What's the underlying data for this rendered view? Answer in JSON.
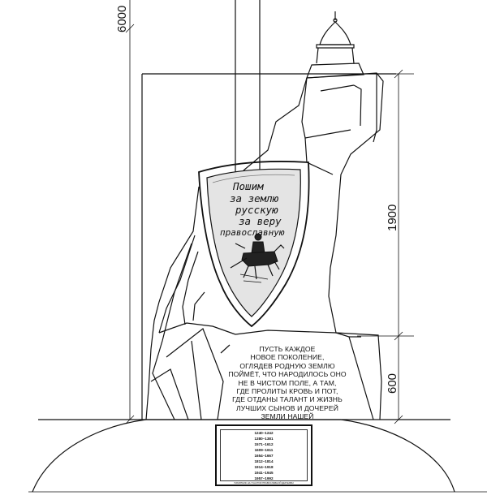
{
  "dimensions": {
    "total_height": "6000",
    "upper_height": "1900",
    "base_height": "600"
  },
  "shield": {
    "lines": [
      "Пошим",
      "за землю",
      "русскую",
      "за веру",
      "православную"
    ]
  },
  "inscription": {
    "lines": [
      "ПУСТЬ КАЖДОЕ",
      "НОВОЕ ПОКОЛЕНИЕ,",
      "ОГЛЯДЕВ РОДНУЮ ЗЕМЛЮ",
      "ПОЙМЁТ, ЧТО НАРОДИЛОСЬ ОНО",
      "НЕ В ЧИСТОМ ПОЛЕ, А ТАМ,",
      "ГДЕ ПРОЛИТЫ КРОВЬ И ПОТ,",
      "ГДЕ ОТДАНЫ ТАЛАНТ И ЖИЗНЬ",
      "ЛУЧШИХ СЫНОВ И ДОЧЕРЕЙ",
      "ЗЕМЛИ НАШЕЙ"
    ]
  },
  "plaque": {
    "years": [
      "1240–1242",
      "1380–1381",
      "1571–1612",
      "1609–1611",
      "1654–1667",
      "1812–1814",
      "1914–1918",
      "1941–1945",
      "1957–1992"
    ],
    "footer": "ПАМЯТНИК НА УЧАСТИИ ПРАВОСЛАВНОЙ ДЕРЖАВЫ"
  }
}
